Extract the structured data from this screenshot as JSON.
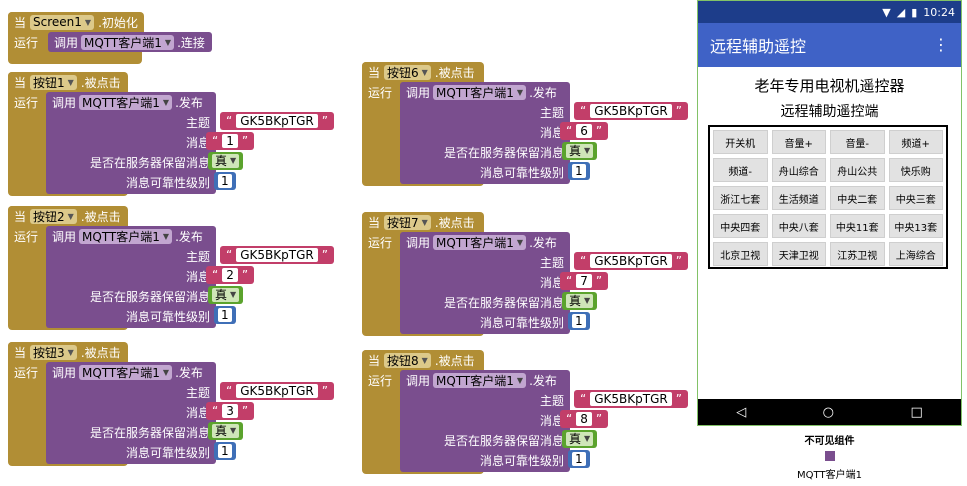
{
  "blocks": {
    "when": "当",
    "init_component": "Screen1",
    "init_event": ".初始化",
    "run": "运行",
    "call": "调用",
    "mqtt_client": "MQTT客户端1",
    "connect": ".连接",
    "click_event": ".被点击",
    "publish": ".发布",
    "topic_label": "主题",
    "message_label": "消息",
    "retain_label": "是否在服务器保留消息",
    "qos_label": "消息可靠性级别",
    "quote_open": "“",
    "quote_close": "”",
    "topic_value": "GK5BKpTGR",
    "retain_value": "真",
    "qos_value": "1"
  },
  "handlers": [
    {
      "button": "按钮1",
      "message": "1"
    },
    {
      "button": "按钮2",
      "message": "2"
    },
    {
      "button": "按钮3",
      "message": "3"
    },
    {
      "button": "按钮6",
      "message": "6"
    },
    {
      "button": "按钮7",
      "message": "7"
    },
    {
      "button": "按钮8",
      "message": "8"
    }
  ],
  "phone": {
    "time": "10:24",
    "app_title": "远程辅助遥控",
    "menu_icon": "⋮",
    "title": "老年专用电视机遥控器",
    "subtitle": "远程辅助遥控端",
    "buttons": [
      "开关机",
      "音量+",
      "音量-",
      "频道+",
      "频道-",
      "舟山综合",
      "舟山公共",
      "快乐购",
      "浙江七套",
      "生活频道",
      "中央二套",
      "中央三套",
      "中央四套",
      "中央八套",
      "中央11套",
      "中央13套",
      "北京卫视",
      "天津卫视",
      "江苏卫视",
      "上海综合"
    ],
    "nav_back": "◁",
    "nav_home": "○",
    "nav_recent": "□"
  },
  "nonvisible": {
    "title": "不可见组件",
    "component": "MQTT客户端1"
  }
}
